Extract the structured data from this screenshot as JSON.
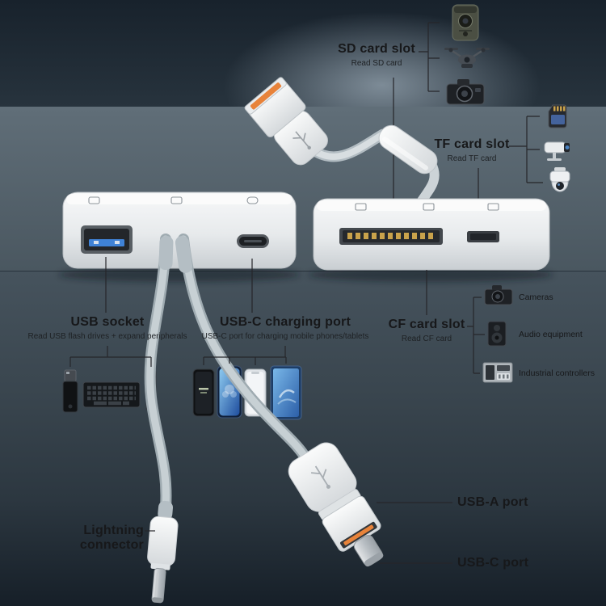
{
  "colors": {
    "accent_orange": "#E8833A",
    "usb_port_blue": "#3F82D6",
    "product_white": "#EFF1F2",
    "cable_gray": "#C7D0D4",
    "gold_pins": "#C9A24B",
    "background_top": "#1B2530",
    "background_wall": "#54626D",
    "background_bottom": "#151D25",
    "label_text": "#17181A",
    "line_color": "#26262A"
  },
  "callouts": {
    "sd": {
      "title": "SD card slot",
      "subtitle": "Read SD card"
    },
    "tf": {
      "title": "TF card slot",
      "subtitle": "Read TF card"
    },
    "usb_socket": {
      "title": "USB socket",
      "subtitle": "Read USB flash drives + expand peripherals"
    },
    "usbc_charging": {
      "title": "USB-C charging port",
      "subtitle": "USB-C port for charging mobile phones/tablets"
    },
    "cf": {
      "title": "CF card slot",
      "subtitle": "Read CF card",
      "uses": [
        "Cameras",
        "Audio equipment",
        "Industrial controllers"
      ]
    },
    "lightning": {
      "title": "Lightning connector"
    },
    "usba": {
      "title": "USB-A port"
    },
    "usbc": {
      "title": "USB-C port"
    }
  },
  "icons": {
    "sd_devices": [
      "trail-camera",
      "drone",
      "dslr-camera"
    ],
    "tf_devices": [
      "micro-sd-card",
      "cctv-camera",
      "ptz-camera"
    ],
    "usb_devices": [
      "usb-flash-drive",
      "keyboard",
      "usb-stick"
    ],
    "usbc_devices": [
      "smartphone-dark",
      "smartphone-blue",
      "smartphone-white",
      "tablet"
    ],
    "cf_devices": [
      "dslr-camera",
      "speaker",
      "plc-controller"
    ]
  }
}
